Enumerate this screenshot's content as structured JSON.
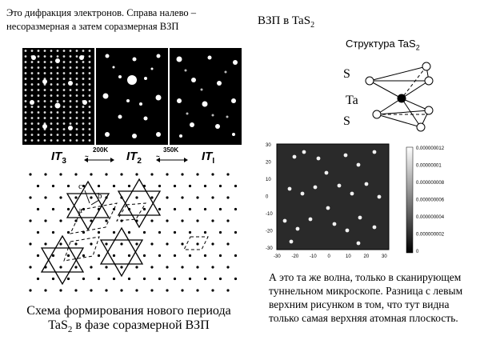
{
  "intro_text": "Это дифракция электронов. Справа налево – несоразмерная а затем соразмерная ВЗП",
  "cdw_title": {
    "main": "ВЗП в TaS",
    "sub": "2"
  },
  "structure": {
    "title_main": "Структура TaS",
    "title_sub": "2",
    "label_s_top": "S",
    "label_ta": "Ta",
    "label_s_bottom": "S"
  },
  "phases": {
    "p1_main": "IT",
    "p1_sub": "3",
    "p2_main": "IT",
    "p2_sub": "2",
    "p3_main": "IT",
    "p3_sub": "I",
    "t1": "200K",
    "t2": "350K",
    "tilde": "~"
  },
  "lattice_labels": {
    "c": "c",
    "b": "b",
    "a": "a"
  },
  "caption_left": {
    "line1": "Схема формирования нового периода",
    "line2_main": "TaS",
    "line2_sub": "2",
    "line2_rest": " в фазе соразмерной ВЗП"
  },
  "caption_right": "А это та же волна, только в сканирующем туннельном микроскопе. Разница с левым верхним рисунком в том, что тут видна только самая верхняя атомная плоскость.",
  "stm": {
    "y_ticks": [
      "30",
      "20",
      "10",
      "0",
      "-10",
      "-20",
      "-30"
    ],
    "x_ticks": [
      "-30",
      "-20",
      "-10",
      "0",
      "10",
      "20",
      "30"
    ],
    "colorbar_ticks": [
      "0.000000012",
      "0.00000001",
      "0.000000008",
      "0.000000006",
      "0.000000004",
      "0.000000002",
      "0"
    ]
  }
}
